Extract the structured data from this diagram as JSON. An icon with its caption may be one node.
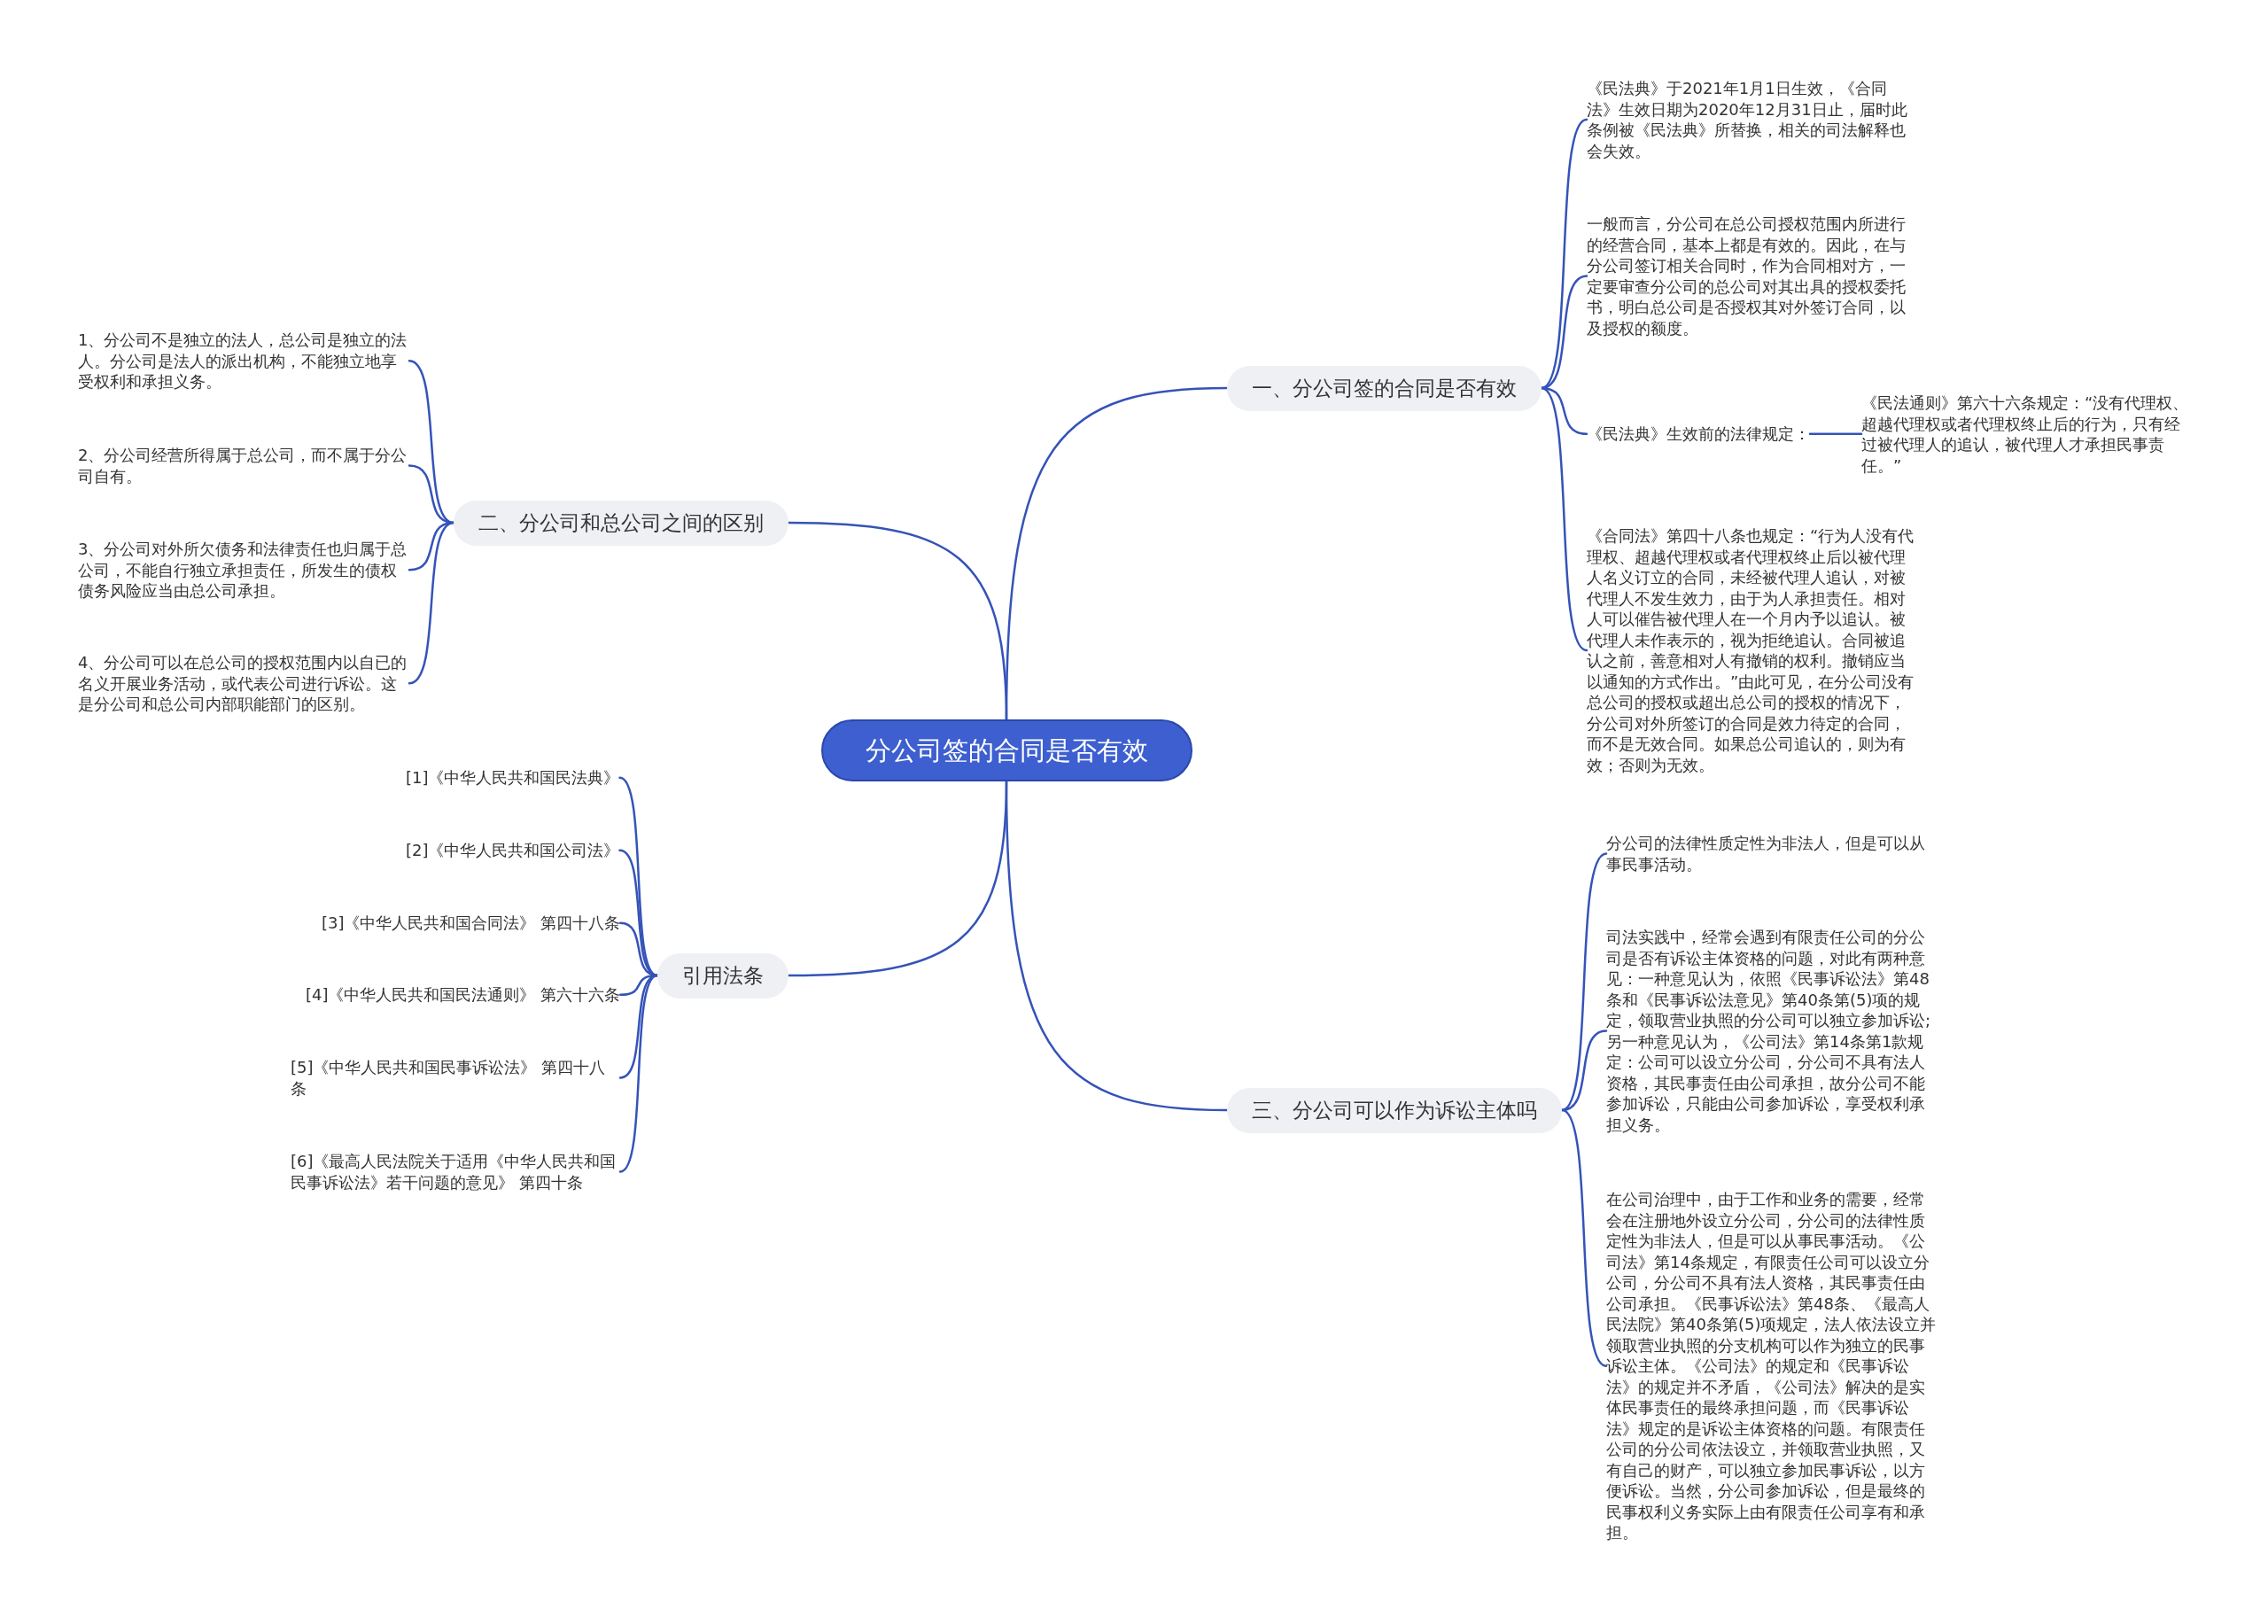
{
  "diagram": {
    "nodes": [
      {
        "text": [
          "分公司签的合同是否有效"
        ]
      },
      {
        "text": [
          "一、分公司签的合同是否有效"
        ]
      },
      {
        "text": [
          "《民法典》于2021年1月1日生效，《合同法》生效日期为2020年12月31日止，届时此条例被《民法典》所替换，相关的司法解释也会失效。"
        ]
      },
      {
        "text": [
          "一般而言，分公司在总公司授权范围内所进行的经营合同，基本上都是有效的。因此，在与分公司签订相关合同时，作为合同相对方，一定要审查分公司的总公司对其出具的授权委托书，明白总公司是否授权其对外签订合同，以及授权的额度。"
        ]
      },
      {
        "text": [
          "《民法典》生效前的法律规定："
        ]
      },
      {
        "text": [
          "《民法通则》第六十六条规定：“没有代理权、超越代理权或者代理权终止后的行为，只有经过被代理人的追认，被代理人才承担民事责任。”"
        ]
      },
      {
        "text": [
          "《合同法》第四十八条也规定：“行为人没有代理权、超越代理权或者代理权终止后以被代理人名义订立的合同，未经被代理人追认，对被代理人不发生效力，由于为人承担责任。相对人可以催告被代理人在一个月内予以追认。被代理人未作表示的，视为拒绝追认。合同被追认之前，善意相对人有撤销的权利。撤销应当以通知的方式作出。”由此可见，在分公司没有总公司的授权或超出总公司的授权的情况下，分公司对外所签订的合同是效力待定的合同，而不是无效合同。如果总公司追认的，则为有效；否则为无效。"
        ]
      },
      {
        "text": [
          "二、分公司和总公司之间的区别"
        ]
      },
      {
        "text": [
          "1、分公司不是独立的法人，总公司是独立的法人。分公司是法人的派出机构，不能独立地享受权利和承担义务。"
        ]
      },
      {
        "text": [
          "2、分公司经营所得属于总公司，而不属于分公司自有。"
        ]
      },
      {
        "text": [
          "3、分公司对外所欠债务和法律责任也归属于总公司，不能自行独立承担责任，所发生的债权债务风险应当由总公司承担。"
        ]
      },
      {
        "text": [
          "4、分公司可以在总公司的授权范围内以自已的名义开展业务活动，或代表公司进行诉讼。这是分公司和总公司内部职能部门的区别。"
        ]
      },
      {
        "text": [
          "三、分公司可以作为诉讼主体吗"
        ]
      },
      {
        "text": [
          "分公司的法律性质定性为非法人，但是可以从事民事活动。"
        ]
      },
      {
        "text": [
          "司法实践中，经常会遇到有限责任公司的分公司是否有诉讼主体资格的问题，对此有两种意见：一种意见认为，依照《民事诉讼法》第48条和《民事诉讼法意见》第40条第(5)项的规定，领取营业执照的分公司可以独立参加诉讼;另一种意见认为，《公司法》第14条第1款规定：公司可以设立分公司，分公司不具有法人资格，其民事责任由公司承担，故分公司不能参加诉讼，只能由公司参加诉讼，享受权利承担义务。"
        ]
      },
      {
        "text": [
          "在公司治理中，由于工作和业务的需要，经常会在注册地外设立分公司，分公司的法律性质定性为非法人，但是可以从事民事活动。《公司法》第14条规定，有限责任公司可以设立分公司，分公司不具有法人资格，其民事责任由公司承担。《民事诉讼法》第48条、《最高人民法院》第40条第(5)项规定，法人依法设立并领取营业执照的分支机构可以作为独立的民事诉讼主体。《公司法》的规定和《民事诉讼法》的规定并不矛盾，《公司法》解决的是实体民事责任的最终承担问题，而《民事诉讼法》规定的是诉讼主体资格的问题。有限责任公司的分公司依法设立，并领取营业执照，又有自己的财产，可以独立参加民事诉讼，以方便诉讼。当然，分公司参加诉讼，但是最终的民事权利义务实际上由有限责任公司享有和承担。"
        ]
      },
      {
        "text": [
          "引用法条"
        ]
      },
      {
        "text": [
          "[1]《中华人民共和国民法典》"
        ]
      },
      {
        "text": [
          "[2]《中华人民共和国公司法》"
        ]
      },
      {
        "text": [
          "[3]《中华人民共和国合同法》 第四十八条"
        ]
      },
      {
        "text": [
          "[4]《中华人民共和国民法通则》 第六十六条"
        ]
      },
      {
        "text": [
          "[5]《中华人民共和国民事诉讼法》 第四十八条"
        ]
      },
      {
        "text": [
          "[6]《最高人民法院关于适用《中华人民共和国民事诉讼法》若干问题的意见》 第四十条"
        ]
      }
    ],
    "edges": [
      {
        "from": 0,
        "to": 1,
        "arrow": "none"
      },
      {
        "from": 1,
        "to": 2,
        "arrow": "none"
      },
      {
        "from": 1,
        "to": 3,
        "arrow": "none"
      },
      {
        "from": 1,
        "to": 4,
        "arrow": "none"
      },
      {
        "from": 4,
        "to": 5,
        "arrow": "none"
      },
      {
        "from": 1,
        "to": 6,
        "arrow": "none"
      },
      {
        "from": 0,
        "to": 7,
        "arrow": "none"
      },
      {
        "from": 7,
        "to": 8,
        "arrow": "none"
      },
      {
        "from": 7,
        "to": 9,
        "arrow": "none"
      },
      {
        "from": 7,
        "to": 10,
        "arrow": "none"
      },
      {
        "from": 7,
        "to": 11,
        "arrow": "none"
      },
      {
        "from": 0,
        "to": 12,
        "arrow": "none"
      },
      {
        "from": 12,
        "to": 13,
        "arrow": "none"
      },
      {
        "from": 12,
        "to": 14,
        "arrow": "none"
      },
      {
        "from": 12,
        "to": 15,
        "arrow": "none"
      },
      {
        "from": 0,
        "to": 16,
        "arrow": "none"
      },
      {
        "from": 16,
        "to": 17,
        "arrow": "none"
      },
      {
        "from": 16,
        "to": 18,
        "arrow": "none"
      },
      {
        "from": 16,
        "to": 19,
        "arrow": "none"
      },
      {
        "from": 16,
        "to": 20,
        "arrow": "none"
      },
      {
        "from": 16,
        "to": 21,
        "arrow": "none"
      },
      {
        "from": 16,
        "to": 22,
        "arrow": "none"
      }
    ]
  }
}
